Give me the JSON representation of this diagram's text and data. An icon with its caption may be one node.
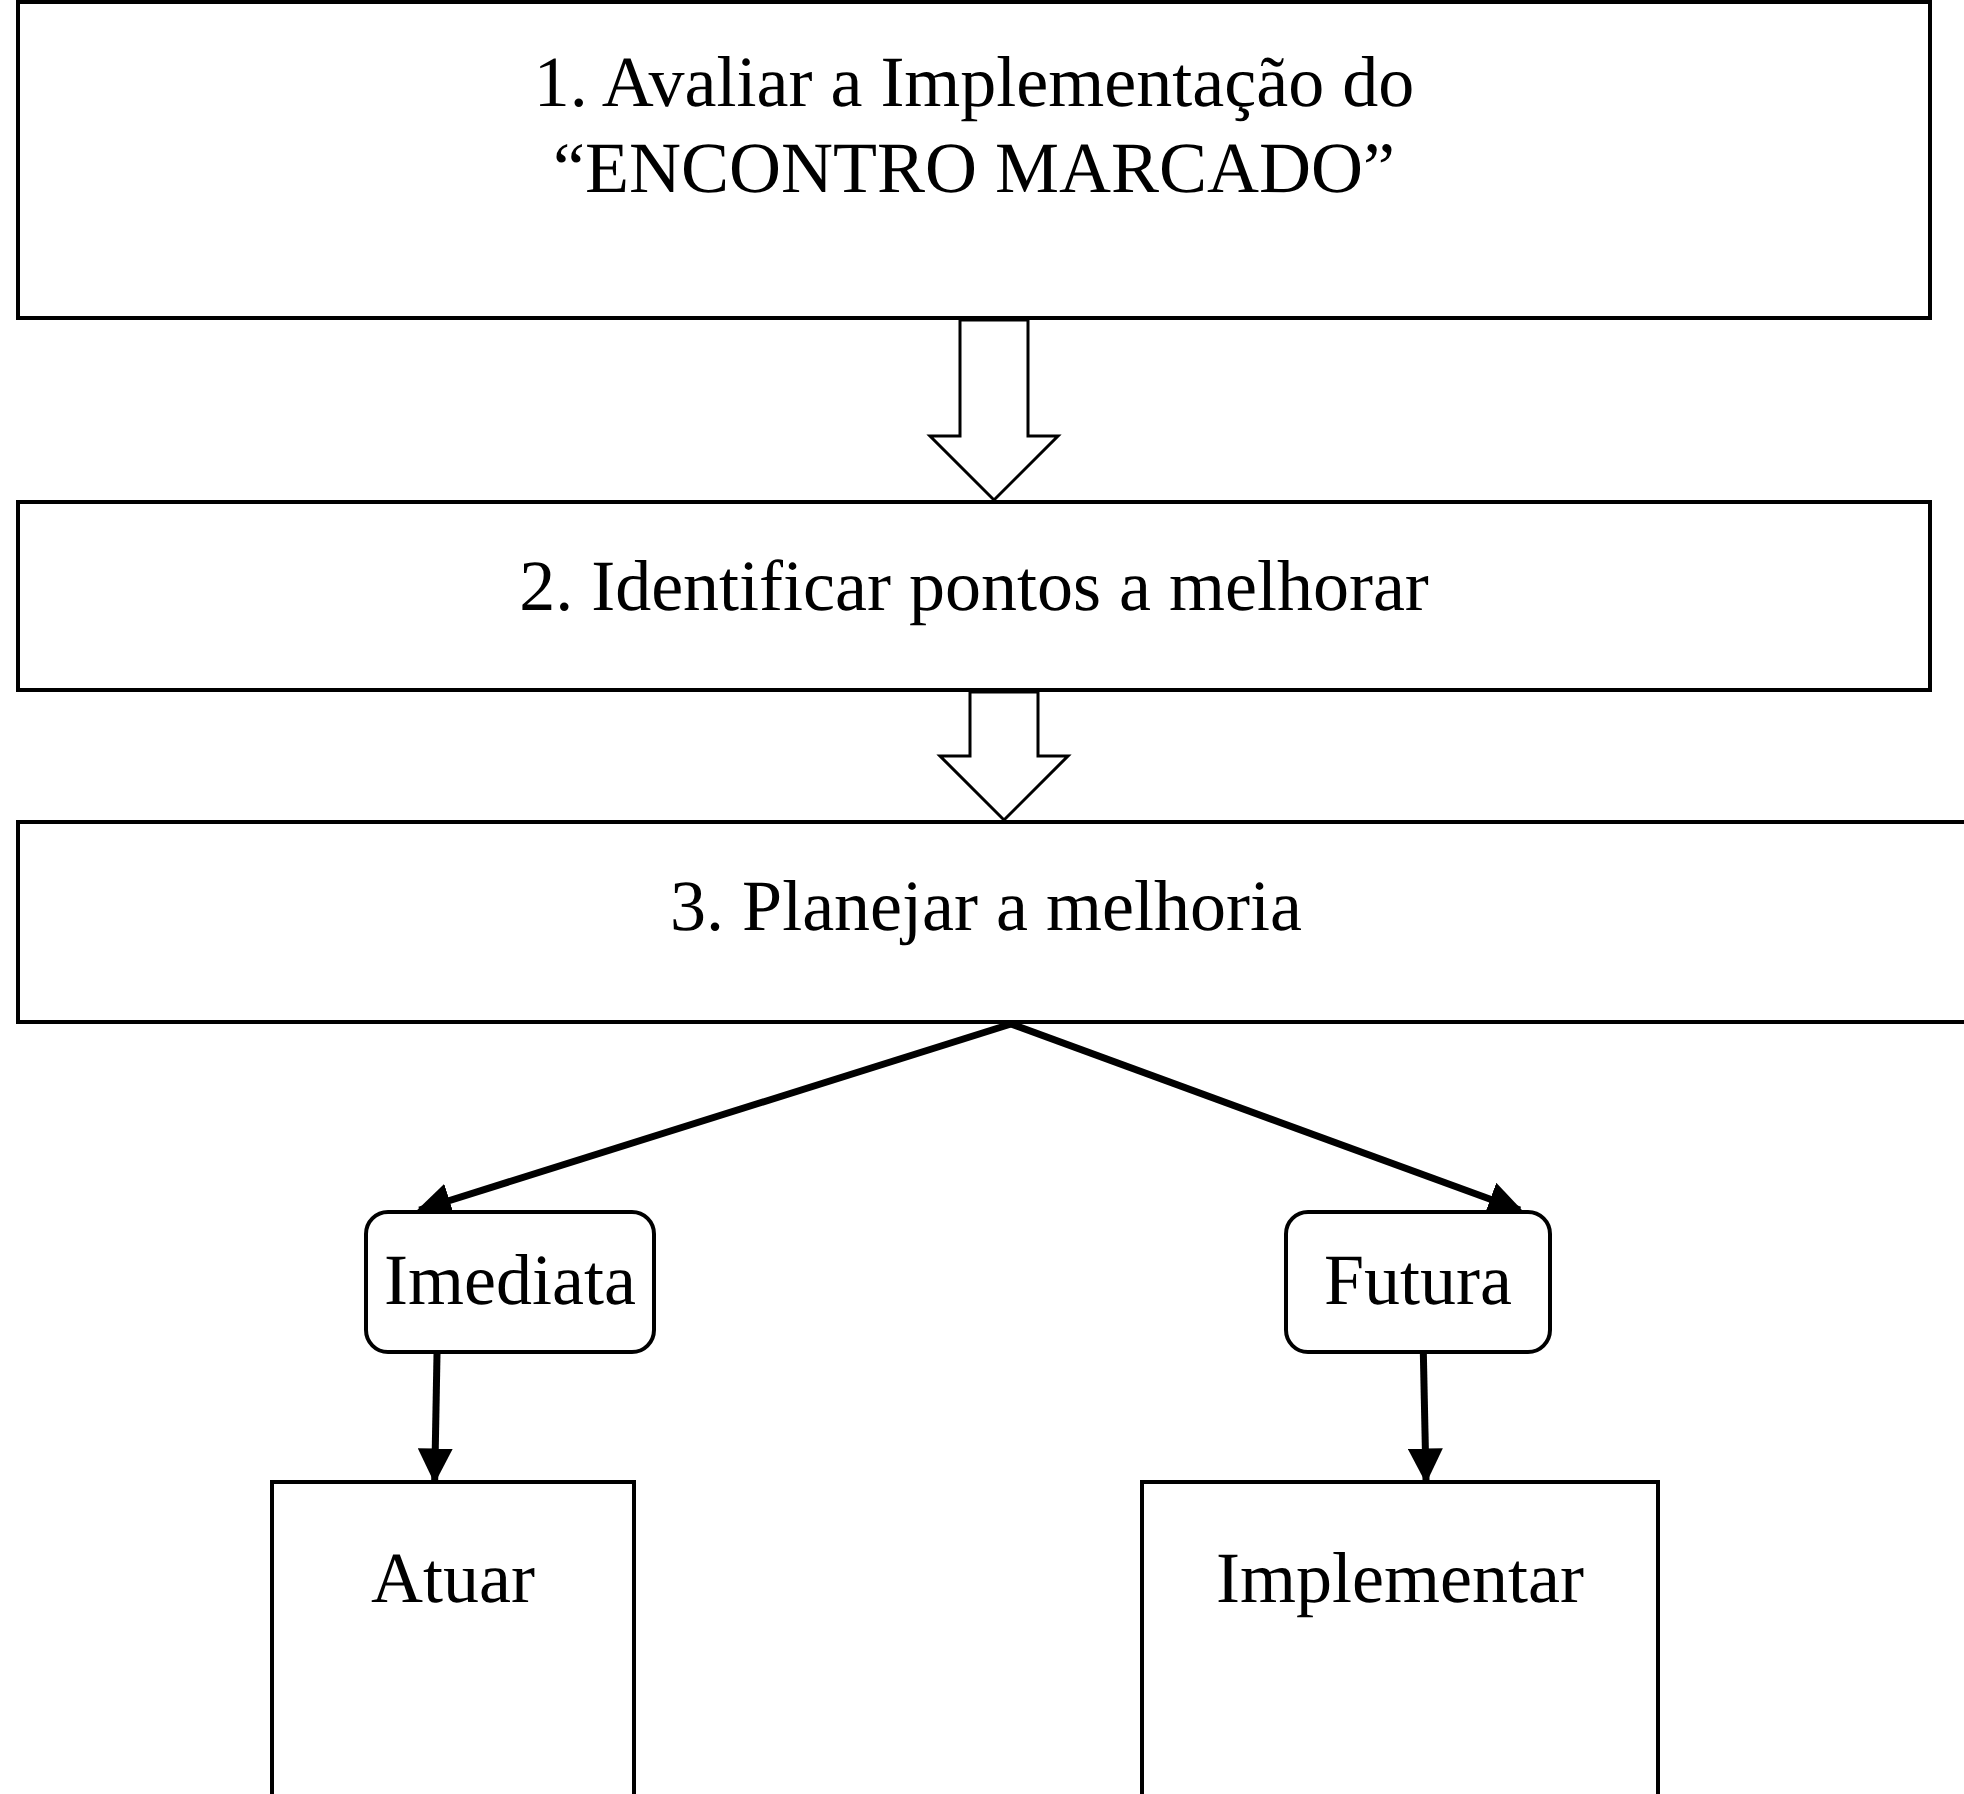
{
  "diagram": {
    "nodes": [
      {
        "text": [
          "1. Avaliar a Implementação do “ENCONTRO MARCADO”"
        ]
      },
      {
        "text": [
          "2. Identificar pontos a melhorar"
        ]
      },
      {
        "text": [
          "3. Planejar a melhoria"
        ]
      },
      {
        "text": [
          "Imediata"
        ]
      },
      {
        "text": [
          "Futura"
        ]
      },
      {
        "text": [
          "Atuar"
        ]
      },
      {
        "text": [
          "Implementar"
        ]
      }
    ],
    "edges": [
      {
        "from": 0,
        "to": 1,
        "arrow": "to"
      },
      {
        "from": 1,
        "to": 2,
        "arrow": "to"
      },
      {
        "from": 2,
        "to": 3,
        "arrow": "to"
      },
      {
        "from": 2,
        "to": 4,
        "arrow": "to"
      },
      {
        "from": 3,
        "to": 5,
        "arrow": "to"
      },
      {
        "from": 4,
        "to": 6,
        "arrow": "to"
      }
    ]
  }
}
